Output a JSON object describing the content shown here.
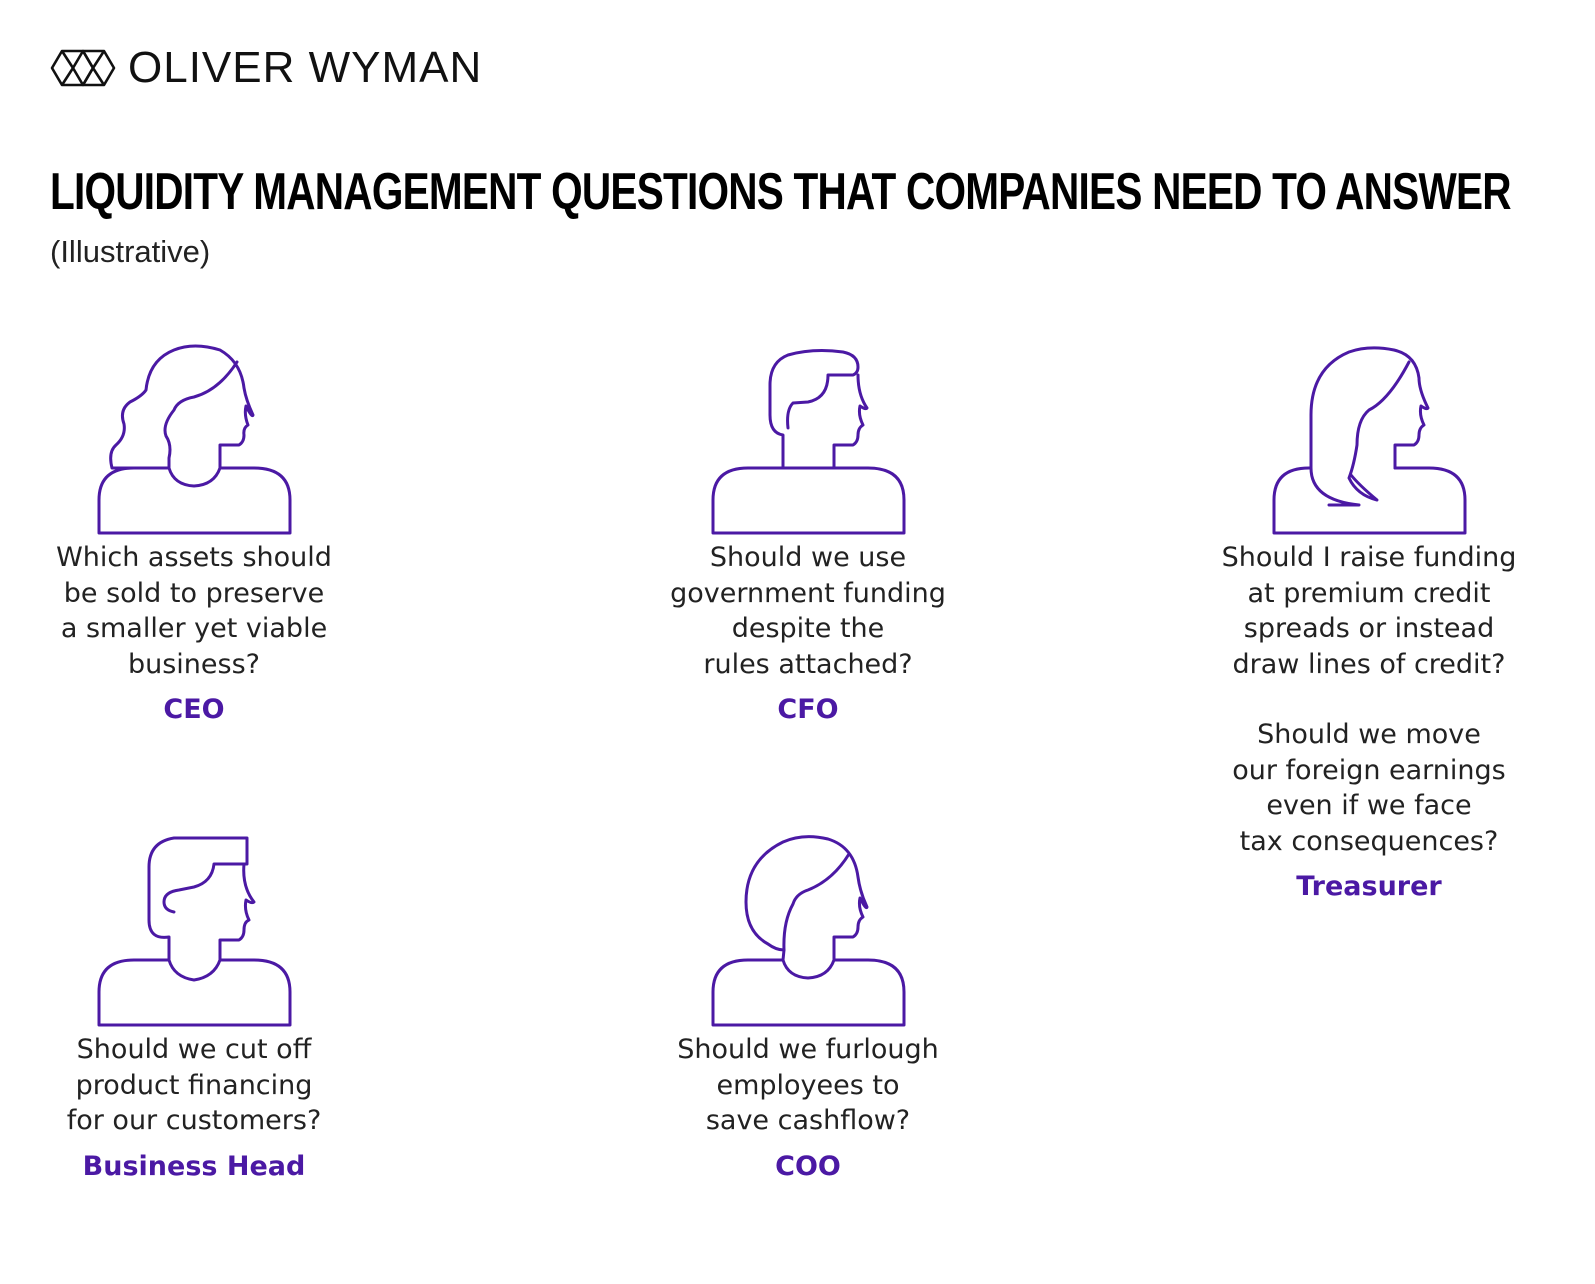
{
  "brand": {
    "name": "OLIVER WYMAN",
    "logo_icon": "oliver-wyman-hexagon-logo"
  },
  "title": "LIQUIDITY MANAGEMENT QUESTIONS THAT COMPANIES NEED TO ANSWER",
  "subtitle": "(Illustrative)",
  "colors": {
    "accent": "#4b19a4",
    "text": "#222222",
    "title": "#000000"
  },
  "roles": [
    {
      "role": "CEO",
      "icon": "woman-wavy-hair-icon",
      "questions": [
        "Which assets should\nbe sold to preserve\na smaller yet viable\nbusiness?"
      ]
    },
    {
      "role": "CFO",
      "icon": "man-short-hair-icon",
      "questions": [
        "Should we use\ngovernment funding\ndespite the\nrules attached?"
      ]
    },
    {
      "role": "Treasurer",
      "icon": "woman-long-hair-icon",
      "questions": [
        "Should I raise funding\nat premium credit\nspreads or instead\ndraw lines of credit?",
        "Should we move\nour foreign earnings\neven if we face\ntax consequences?"
      ]
    },
    {
      "role": "Business Head",
      "icon": "man-quiff-hair-icon",
      "questions": [
        "Should we cut off\nproduct financing\nfor our customers?"
      ]
    },
    {
      "role": "COO",
      "icon": "woman-bob-hair-icon",
      "questions": [
        "Should we furlough\nemployees to\nsave cashflow?"
      ]
    }
  ]
}
